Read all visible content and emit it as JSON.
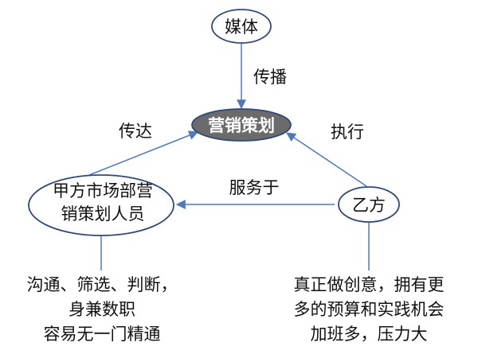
{
  "nodes": {
    "media": "媒体",
    "center": "营销策划",
    "client_line1": "甲方市场部营",
    "client_line2": "销策划人员",
    "agency": "乙方"
  },
  "edges": {
    "media_to_center": "传播",
    "client_to_center": "传达",
    "agency_to_center": "执行",
    "agency_to_client": "服务于"
  },
  "notes": {
    "client": [
      "沟通、筛选、判断，",
      "身兼数职",
      "容易无一门精通"
    ],
    "agency": [
      "真正做创意，拥有更",
      "多的预算和实践机会",
      "加班多，压力大"
    ]
  },
  "colors": {
    "line": "#4f79bd",
    "ellipse_stroke": "#2f4a7a",
    "center_fill": "#6b6b6b",
    "center_text": "#ffffff"
  }
}
